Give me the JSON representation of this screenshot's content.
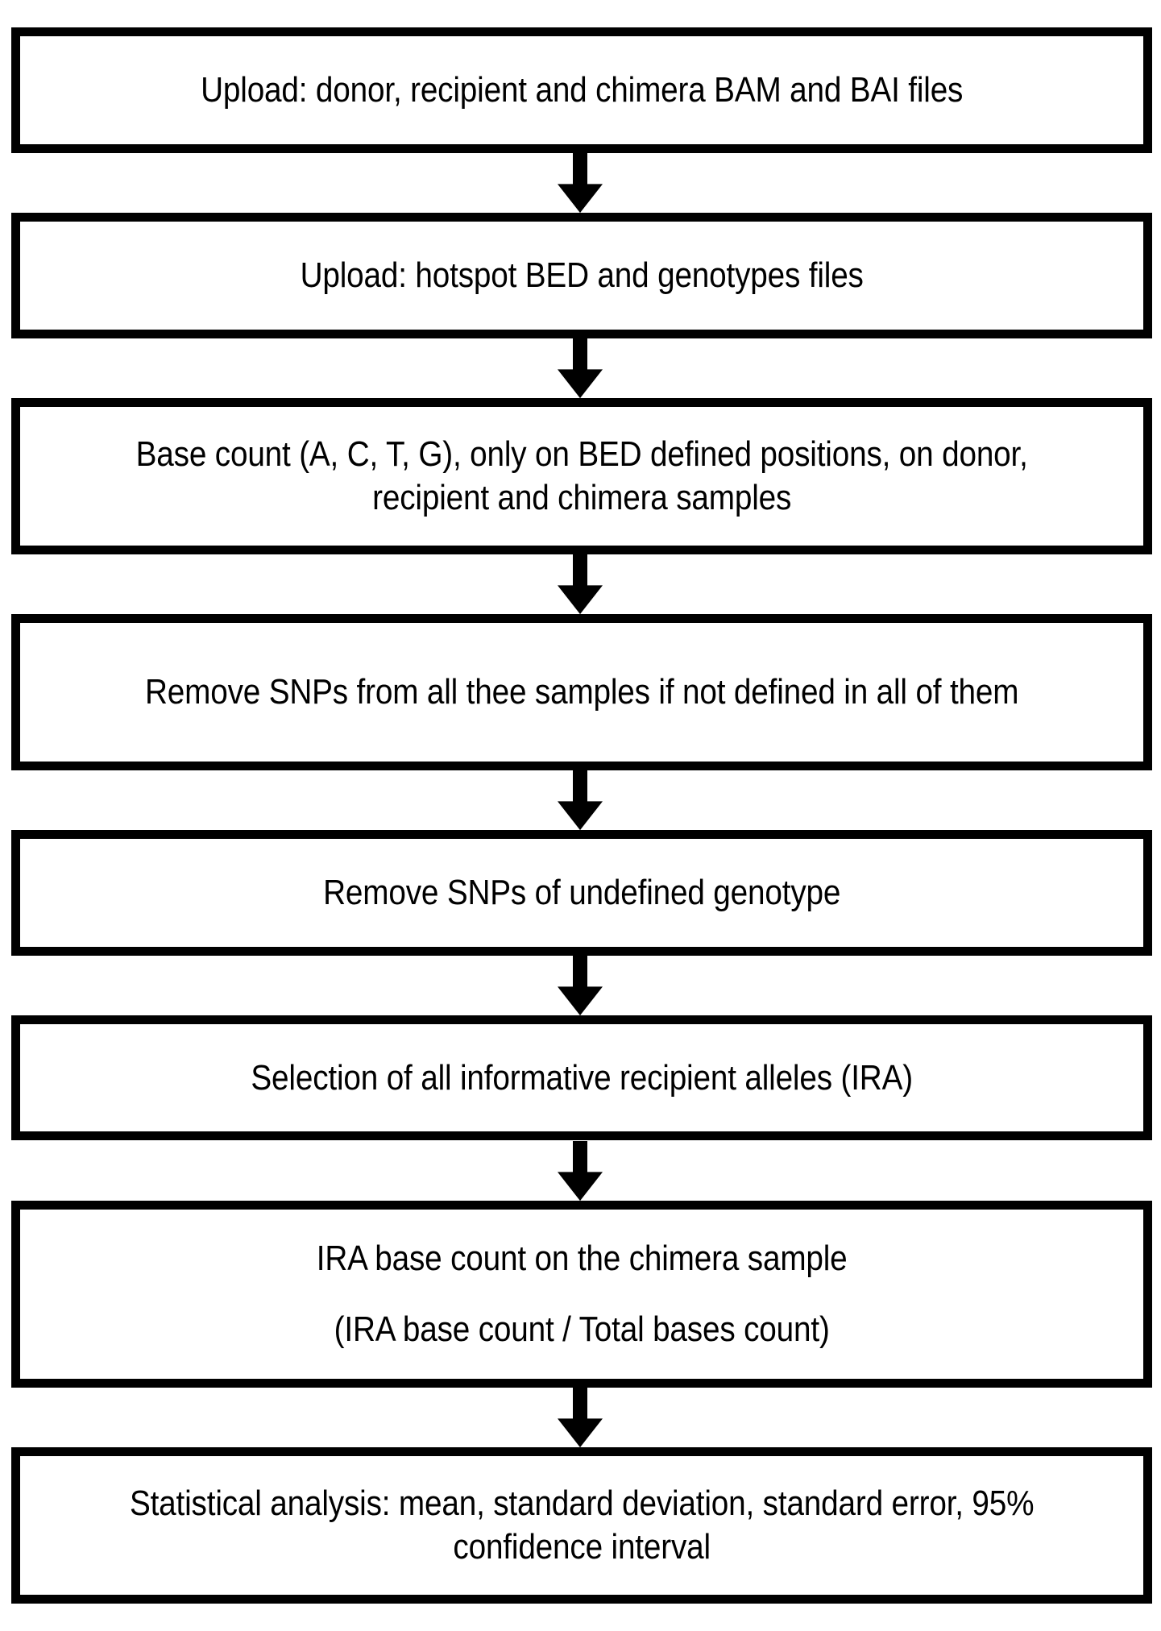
{
  "diagram": {
    "title": "Chimerism analysis pipeline flowchart",
    "orientation": "vertical",
    "box_fill": "#ffffff",
    "box_border": "#000000",
    "arrow_color": "#000000",
    "text_color": "#000000",
    "steps": [
      {
        "id": "step-1",
        "name": "upload-bam-bai",
        "text": "Upload: donor, recipient and chimera BAM and BAI files",
        "lines": 1
      },
      {
        "id": "step-2",
        "name": "upload-bed-genotypes",
        "text": "Upload: hotspot BED and genotypes files",
        "lines": 1
      },
      {
        "id": "step-3",
        "name": "base-count",
        "text": "Base count (A, C, T, G), only on BED defined positions, on donor, recipient and chimera samples",
        "lines": 2
      },
      {
        "id": "step-4",
        "name": "remove-undefined-snps",
        "text": "Remove SNPs from all thee samples if not defined in all of them",
        "lines": 2
      },
      {
        "id": "step-5",
        "name": "remove-undefined-genotype",
        "text": "Remove SNPs of undefined genotype",
        "lines": 1
      },
      {
        "id": "step-6",
        "name": "select-ira",
        "text": "Selection of all informative recipient alleles (IRA)",
        "lines": 1
      },
      {
        "id": "step-7",
        "name": "ira-base-count-chimera",
        "text": "IRA base count on the chimera sample\n(IRA base count / Total bases count)",
        "lines": 2,
        "spaced": true
      },
      {
        "id": "step-8",
        "name": "statistical-analysis",
        "text": "Statistical analysis: mean, standard deviation, standard error, 95% confidence interval",
        "lines": 2
      }
    ],
    "arrows": [
      {
        "name": "arrow-1-to-2",
        "from": "step-1",
        "to": "step-2"
      },
      {
        "name": "arrow-2-to-3",
        "from": "step-2",
        "to": "step-3"
      },
      {
        "name": "arrow-3-to-4",
        "from": "step-3",
        "to": "step-4"
      },
      {
        "name": "arrow-4-to-5",
        "from": "step-4",
        "to": "step-5"
      },
      {
        "name": "arrow-5-to-6",
        "from": "step-5",
        "to": "step-6"
      },
      {
        "name": "arrow-6-to-7",
        "from": "step-6",
        "to": "step-7"
      },
      {
        "name": "arrow-7-to-8",
        "from": "step-7",
        "to": "step-8"
      }
    ]
  }
}
